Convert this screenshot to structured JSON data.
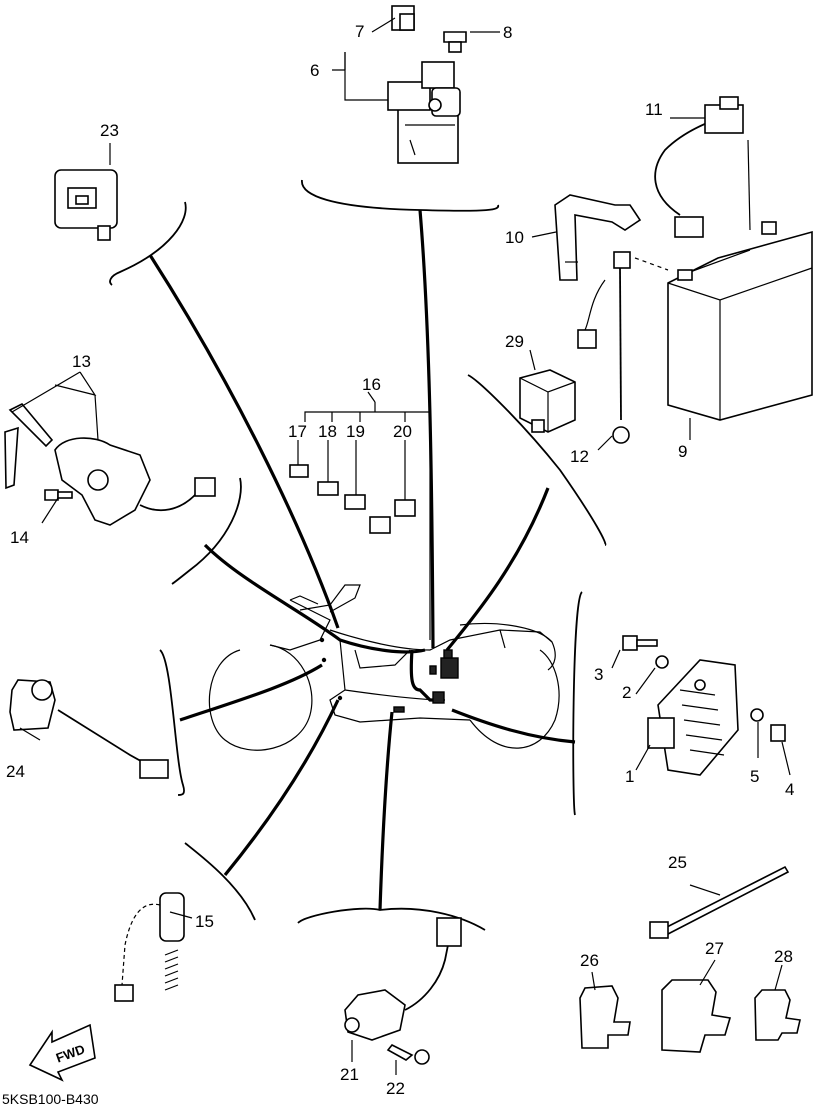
{
  "diagram_code": "5KSB100-B430",
  "fwd_label": "FWD",
  "callouts": {
    "c1": "1",
    "c2": "2",
    "c3": "3",
    "c4": "4",
    "c5": "5",
    "c6": "6",
    "c7": "7",
    "c8": "8",
    "c9": "9",
    "c10": "10",
    "c11": "11",
    "c12": "12",
    "c13": "13",
    "c14": "14",
    "c15": "15",
    "c16": "16",
    "c17": "17",
    "c18": "18",
    "c19": "19",
    "c20": "20",
    "c21": "21",
    "c22": "22",
    "c23": "23",
    "c24": "24",
    "c25": "25",
    "c26": "26",
    "c27": "27",
    "c28": "28",
    "c29": "29"
  }
}
